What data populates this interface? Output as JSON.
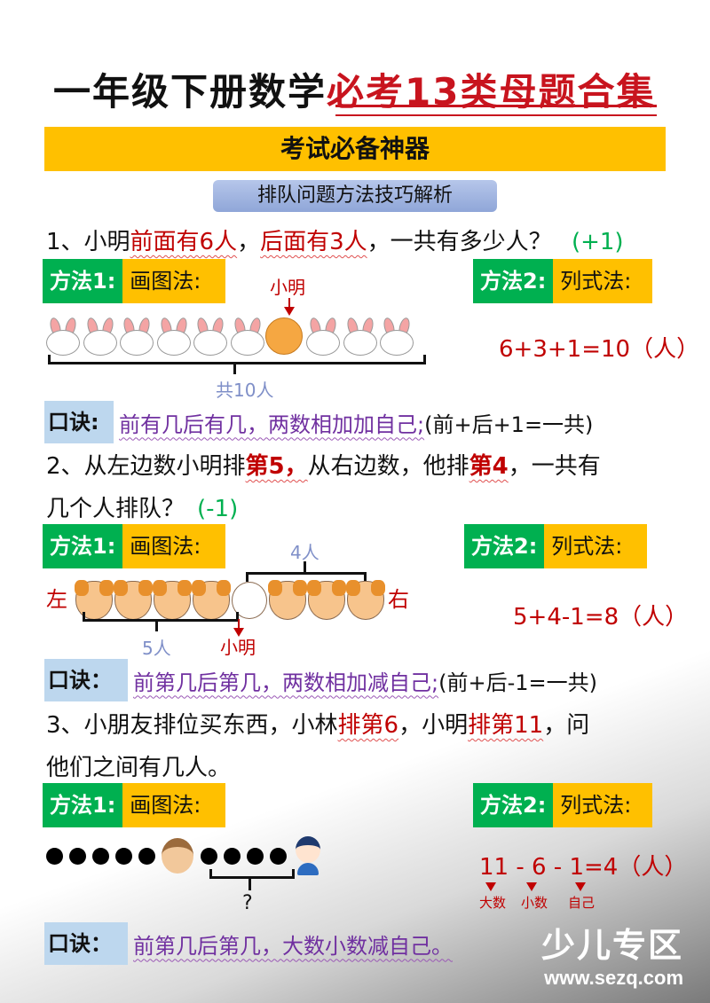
{
  "header": {
    "title_black": "一年级下册数学",
    "title_red": "必考13类母题合集",
    "banner": "考试必备神器",
    "section_pill": "排队问题方法技巧解析"
  },
  "colors": {
    "red": "#c00000",
    "green": "#00b050",
    "yellow": "#ffc000",
    "purple": "#7030a0",
    "light_blue": "#bdd7ee"
  },
  "method_labels": {
    "m1": "方法1:",
    "m1_name": "画图法:",
    "m2": "方法2:",
    "m2_name": "列式法:"
  },
  "q1": {
    "num": "1、小明",
    "hl1": "前面有6人",
    "sep": "，",
    "hl2": "后面有3人",
    "rest": "，一共有多少人？",
    "hint": "(+1)",
    "pointer_label": "小明",
    "total_label": "共10人",
    "equation": "6+3+1=10（人）",
    "rhyme_label": "口诀:",
    "rhyme": "前有几后有几，两数相加加自己;",
    "rhyme_tail": "(前+后+1=一共)",
    "icons": [
      "bunny",
      "bunny",
      "bunny",
      "bunny",
      "bunny",
      "bunny",
      "tiger",
      "bunny",
      "bunny",
      "bunny"
    ]
  },
  "q2": {
    "line1_a": "2、从左边数小明排",
    "hl1": "第5，",
    "line1_b": "从右边数，他排",
    "hl2": "第4",
    "line1_c": "，一共有",
    "line2": "几个人排队？",
    "hint": "(-1)",
    "left_label": "左",
    "right_label": "右",
    "top_label": "4人",
    "bottom_label": "5人",
    "pointer_label": "小明",
    "equation": "5+4-1=8（人）",
    "rhyme_label": "口诀：",
    "rhyme": "前第几后第几，两数相加减自己;",
    "rhyme_tail": "(前+后-1=一共)",
    "icons": [
      "dog",
      "dog",
      "dog",
      "dog",
      "bear",
      "dog",
      "dog",
      "dog"
    ]
  },
  "q3": {
    "line1_a": "3、小朋友排位买东西，小林",
    "hl1": "排第6",
    "line1_b": "，小明",
    "hl2": "排第11",
    "line1_c": "，问",
    "line2": "他们之间有几人。",
    "question_mark": "?",
    "equation": "11 - 6 - 1=4（人）",
    "annotations": [
      "大数",
      "小数",
      "自己"
    ],
    "rhyme_label": "口诀：",
    "rhyme": "前第几后第几，大数小数减自己。",
    "dots_before": 5,
    "dots_between": 4
  },
  "watermark": {
    "name": "少儿专区",
    "url": "www.sezq.com"
  }
}
